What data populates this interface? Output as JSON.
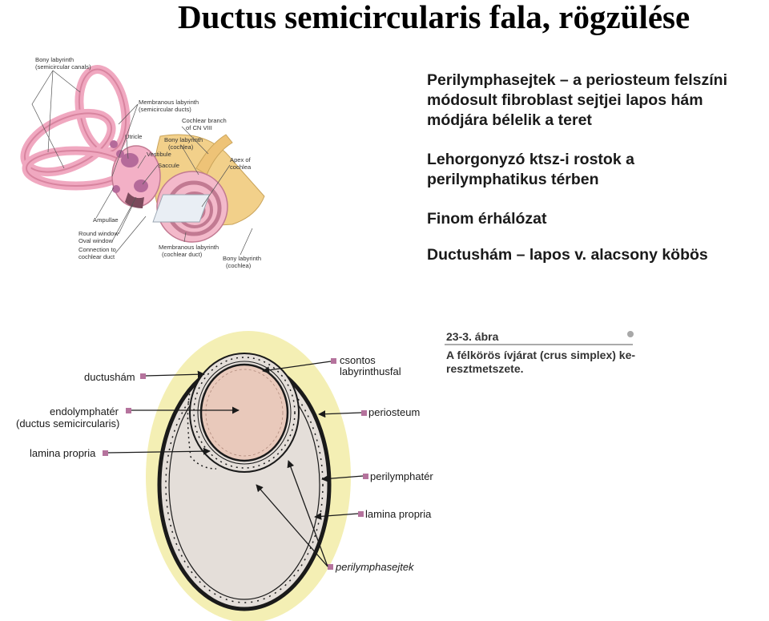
{
  "slide": {
    "title": "Ductus semicircularis fala, rögzülése",
    "bullets": [
      "Perilymphasejtek – a periosteum felszíni\nmódosult fibroblast sejtjei lapos hám\nmódjára bélelik a teret",
      "Lehorgonyzó ktsz-i rostok a\nperilymphatikus térben",
      "Finom érhálózat",
      "Ductushám – lapos v. alacsony köbös"
    ]
  },
  "ear_diagram": {
    "labels": {
      "bony_labyrinth_1": "Bony labyrinth",
      "bony_labyrinth_2": "(semicircular canals)",
      "membranous_1": "Membranous labyrinth",
      "membranous_2": "(semicircular ducts)",
      "cochlear_branch_1": "Cochlear branch",
      "cochlear_branch_2": "of CN VIII",
      "utricle": "Utricle",
      "bony_cochlea_1": "Bony labyrinth",
      "bony_cochlea_2": "(cochlea)",
      "vestibule": "Vestibule",
      "saccule": "Saccule",
      "apex_1": "Apex of",
      "apex_2": "cochlea",
      "ampullae": "Ampullae",
      "round_window": "Round window",
      "oval_window": "Oval window",
      "connection_1": "Connection to",
      "connection_2": "cochlear duct",
      "membranous_cochlea_1": "Membranous labyrinth",
      "membranous_cochlea_2": "(cochlear duct)",
      "bony_bottom_1": "Bony labyrinth",
      "bony_bottom_2": "(cochlea)"
    }
  },
  "cross_section": {
    "caption_number": "23-3. ábra",
    "caption_line1": "A félkörös ívjárat (crus simplex) ke-",
    "caption_line2": "resztmetszete.",
    "labels": {
      "ductusham": "ductushám",
      "endolymphater": "endolymphatér",
      "ductus_semicircularis": "(ductus semicircularis)",
      "lamina_propria_left": "lamina propria",
      "csontos": "csontos",
      "labyrinthusfal": "labyrinthusfal",
      "periosteum": "periosteum",
      "perilymphater": "perilymphatér",
      "lamina_propria_right": "lamina propria",
      "perilymphasejtek": "perilymphasejtek"
    }
  },
  "colors": {
    "bone": "#f4efb4",
    "perilymph": "#e4ded9",
    "endolymph": "#e9c9bb",
    "membrane": "#1a1a1a",
    "marker": "#b5739d",
    "ear_pink": "#f0a8c0",
    "ear_bone": "#f2d08a"
  }
}
